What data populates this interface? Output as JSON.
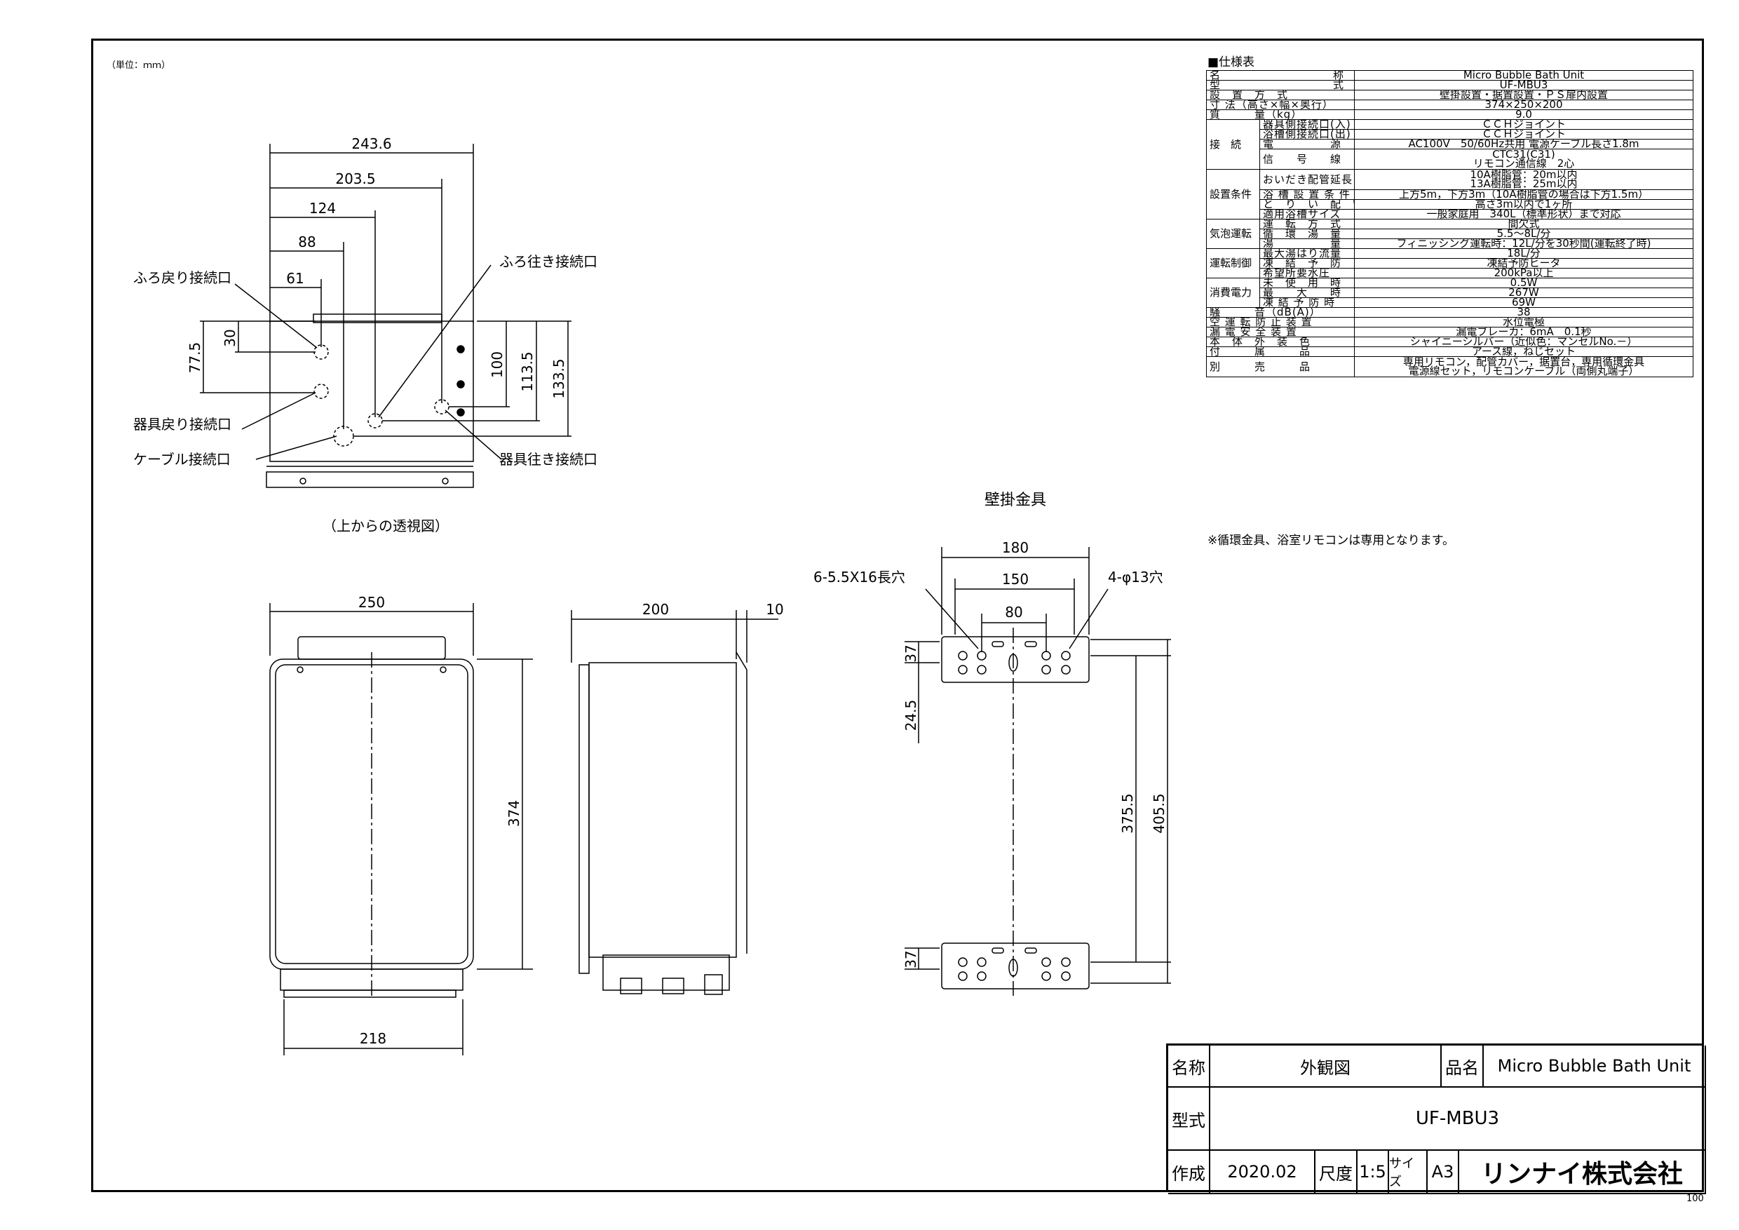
{
  "unit_note": "（単位：ｍｍ）",
  "top_view": {
    "caption": "（上からの透視図）",
    "dims": [
      "243.6",
      "203.5",
      "124",
      "88",
      "61",
      "30",
      "77.5",
      "100",
      "113.5",
      "133.5"
    ],
    "labels": {
      "bath_return": "ふろ戻り接続口",
      "bath_supply": "ふろ往き接続口",
      "fixture_return": "器具戻り接続口",
      "cable": "ケーブル接続口",
      "fixture_supply": "器具往き接続口"
    }
  },
  "front_view": {
    "width": "250",
    "height": "374",
    "bottom": "218"
  },
  "side_view": {
    "depth": "200",
    "offset": "10"
  },
  "bracket": {
    "title": "壁掛金具",
    "slot_label": "6-5.5X16長穴",
    "hole_label": "4-φ13穴",
    "dims": [
      "180",
      "150",
      "80",
      "37",
      "24.5",
      "375.5",
      "405.5",
      "37"
    ]
  },
  "spec": {
    "title": "■仕様表",
    "rows": [
      {
        "label": "名　　　　　　　　　　称",
        "value": "Micro Bubble Bath Unit"
      },
      {
        "label": "型　　　　　　　　　　式",
        "value": "UF-MBU3"
      },
      {
        "label": "設　置　方　式",
        "value": "壁掛設置・据置設置・ＰＳ扉内設置"
      },
      {
        "label": "寸 法（高さ×幅×奥行）",
        "value": "374×250×200"
      },
      {
        "label": "質　　　量（kg）",
        "value": "9.0"
      },
      {
        "group": "接　続",
        "sub": "器具側接続口(入)",
        "value": "ＣＣＨジョイント"
      },
      {
        "group": "",
        "sub": "浴槽側接続口(出)",
        "value": "ＣＣＨジョイント"
      },
      {
        "group": "",
        "sub": "電　　　　　源",
        "value": "AC100V　50/60Hz共用 電源ケーブル長さ1.8m"
      },
      {
        "group": "",
        "sub": "信　　号　　線",
        "value": "CTC31(C31)",
        "value2": "リモコン通信線　2心"
      },
      {
        "group": "設置条件",
        "sub": "おいだき配管延長",
        "value": "10A樹脂管：20m以内",
        "value2": "13A樹脂管：25m以内"
      },
      {
        "group": "",
        "sub": "浴 槽 設 置 条 件",
        "value": "上方5m，下方3m（10A樹脂管の場合は下方1.5m）"
      },
      {
        "group": "",
        "sub": "と　り　い　配　管",
        "value": "高さ3m以内で1ヶ所"
      },
      {
        "group": "",
        "sub": "適用浴槽サイズ",
        "value": "一般家庭用　340L（標準形状）まで対応"
      },
      {
        "group": "気泡運転",
        "sub": "運　転　方　式",
        "value": "間欠式"
      },
      {
        "group": "",
        "sub": "循　環　湯　量",
        "value": "5.5～8L/分"
      },
      {
        "group": "",
        "sub": "湯　　　　　量",
        "value": "フィニッシング運転時：12L/分を30秒間(運転終了時)"
      },
      {
        "group": "運転制御",
        "sub": "最大湯はり流量",
        "value": "18L/分"
      },
      {
        "group": "",
        "sub": "凍　結　予　防",
        "value": "凍結予防ヒータ"
      },
      {
        "group": "",
        "sub": "希望所要水圧",
        "value": "200kPa以上"
      },
      {
        "group": "消費電力",
        "sub": "未　使　用　時",
        "value": "0.5W"
      },
      {
        "group": "",
        "sub": "最　　大　　時",
        "value": "267W"
      },
      {
        "group": "",
        "sub": "凍 結 予 防 時",
        "value": "69W"
      },
      {
        "label": "騒　　　音（dB(A)）",
        "value": "38"
      },
      {
        "label": "空 運 転 防 止 装 置",
        "value": "水位電極"
      },
      {
        "label": "漏 電 安 全 装 置",
        "value": "漏電ブレーカ：6mA　0.1秒"
      },
      {
        "label": "本　体　外　装　色",
        "value": "シャイニーシルバー（近似色：マンセルNo.－）"
      },
      {
        "label": "付　　　属　　　品",
        "value": "アース線，ねじセット"
      },
      {
        "label": "別　　　売　　　品",
        "value": "専用リモコン，配管カバー，据置台，専用循環金具",
        "value2": "電源線セット，リモコンケーブル（両側丸端子）"
      }
    ],
    "note": "※循環金具、浴室リモコンは専用となります。"
  },
  "title_block": {
    "name_label": "名称",
    "name_value": "外観図",
    "product_label": "品名",
    "product_value": "Micro Bubble Bath Unit",
    "model_label": "型式",
    "model_value": "UF-MBU3",
    "made_label": "作成",
    "made_value": "2020.02",
    "scale_label": "尺度",
    "scale_value": "1:5",
    "size_label": "サイズ",
    "size_value": "A3",
    "company": "リンナイ株式会社"
  },
  "page_number": "100"
}
